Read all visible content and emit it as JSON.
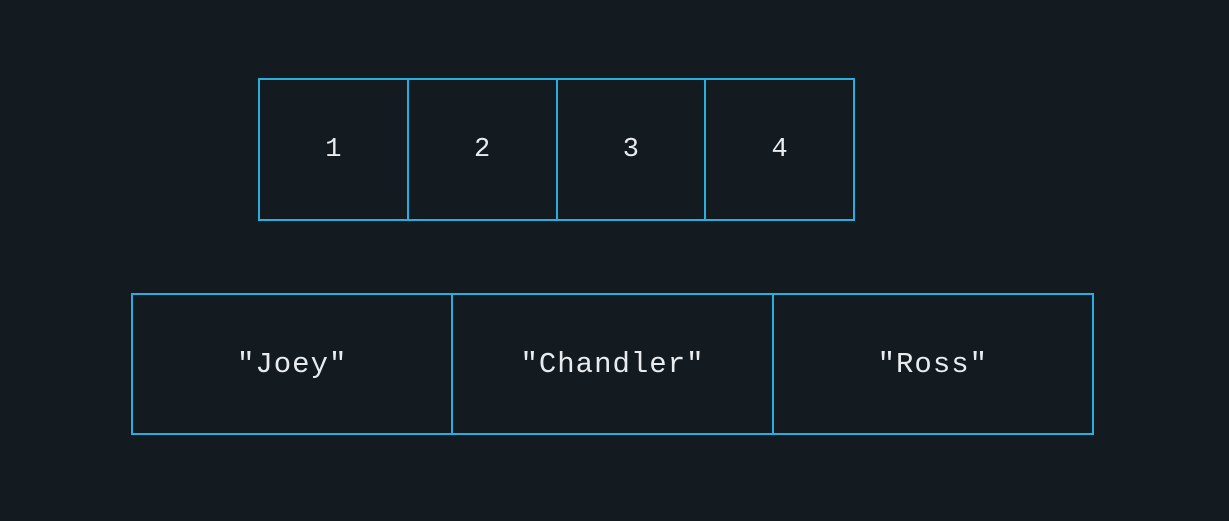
{
  "colors": {
    "background": "#131a20",
    "border": "#29aee0",
    "text": "#e8ecef"
  },
  "numbers_array": {
    "cells": [
      "1",
      "2",
      "3",
      "4"
    ]
  },
  "strings_array": {
    "cells": [
      "\"Joey\"",
      "\"Chandler\"",
      "\"Ross\""
    ]
  }
}
